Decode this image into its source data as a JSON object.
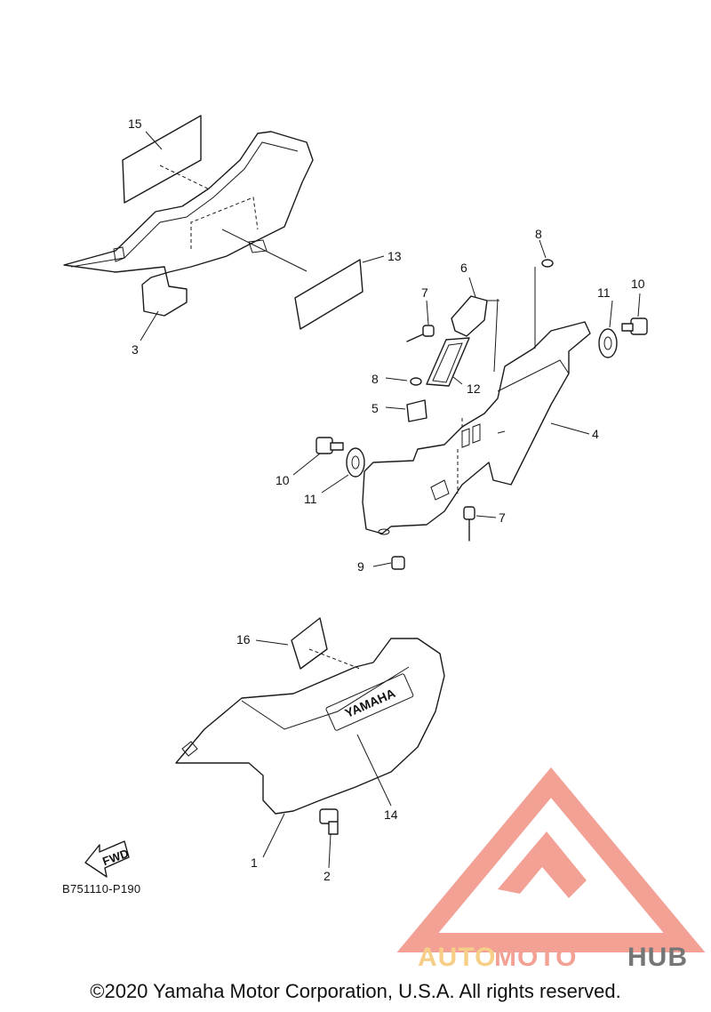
{
  "diagram": {
    "part_code": "B751110-P190",
    "fwd_label": "FWD",
    "emblem_text": "YAMAHA",
    "callouts": [
      "15",
      "3",
      "13",
      "8",
      "6",
      "7",
      "11",
      "10",
      "12",
      "8",
      "5",
      "4",
      "10",
      "11",
      "7",
      "9",
      "16",
      "14",
      "1",
      "2"
    ]
  },
  "watermark": {
    "brand_part1": "AUTO",
    "brand_part2": "MOTO",
    "brand_part3": "HUB",
    "color_primary": "#f08a7a",
    "color_secondary": "#f6c36a",
    "color_dark": "#555555"
  },
  "footer": {
    "copyright": "©2020 Yamaha Motor Corporation, U.S.A. All rights reserved."
  }
}
